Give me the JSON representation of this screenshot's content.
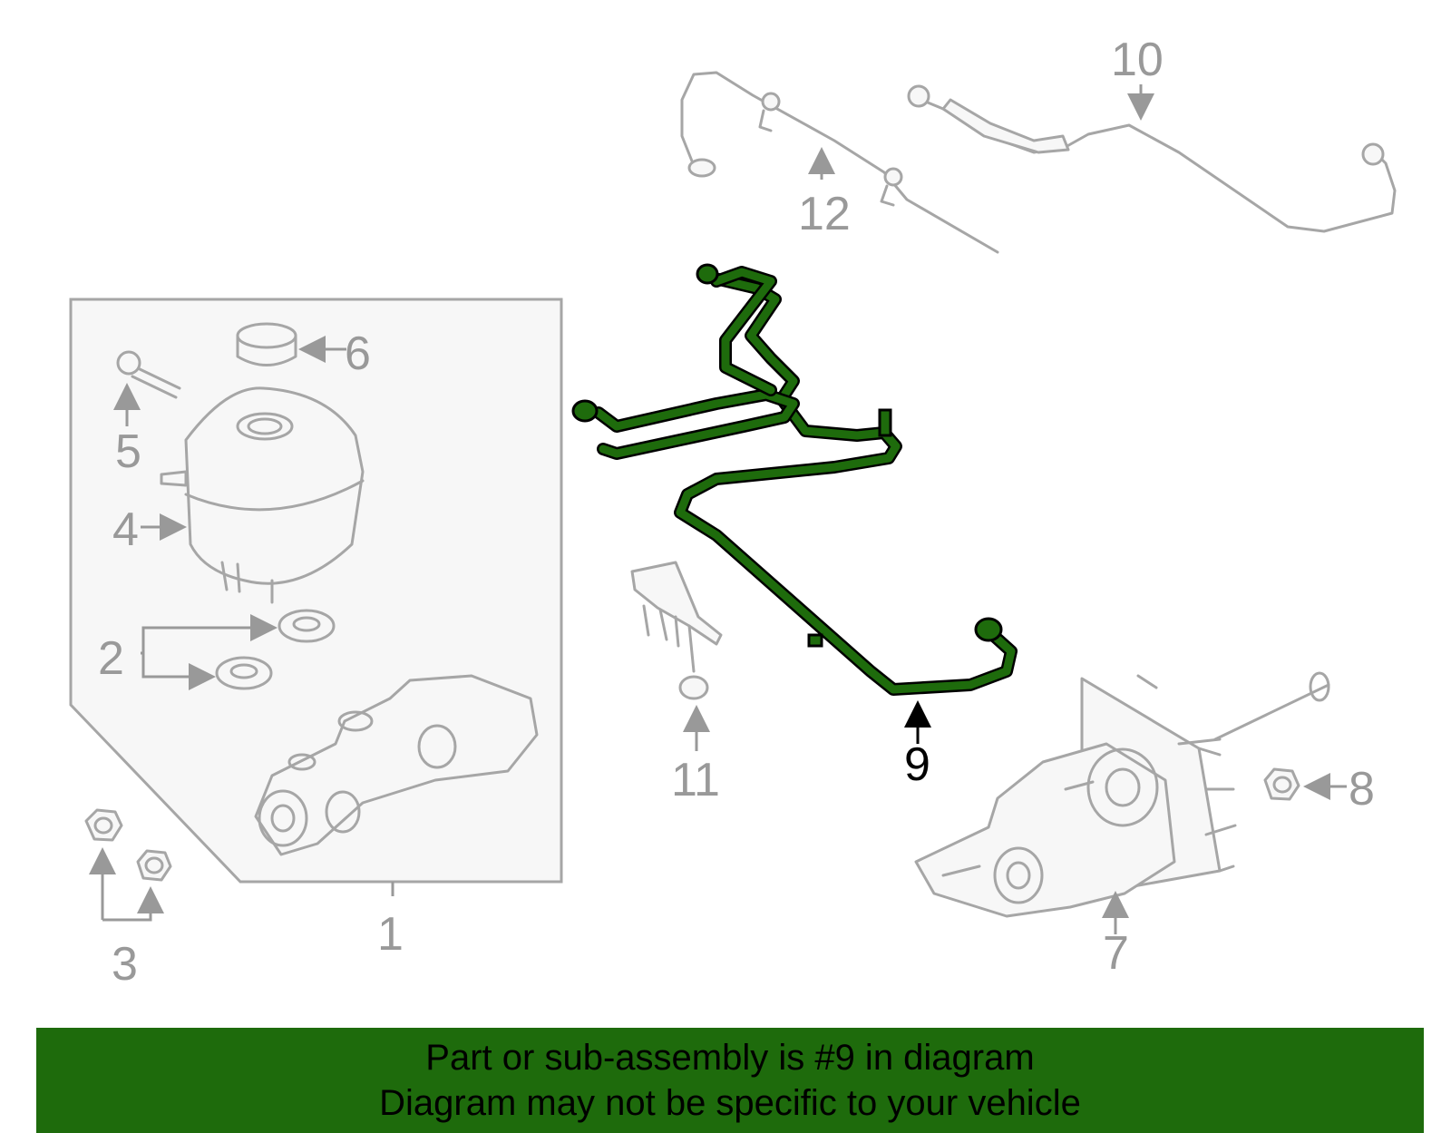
{
  "callouts": {
    "n1": "1",
    "n2": "2",
    "n3": "3",
    "n4": "4",
    "n5": "5",
    "n6": "6",
    "n7": "7",
    "n8": "8",
    "n9": "9",
    "n10": "10",
    "n11": "11",
    "n12": "12"
  },
  "highlight": {
    "part_number": "9",
    "color": "#1e6b0c"
  },
  "banner": {
    "line1": "Part or sub-assembly is #9 in diagram",
    "line2": "Diagram may not be specific to your vehicle",
    "background": "#1e6b0c"
  }
}
